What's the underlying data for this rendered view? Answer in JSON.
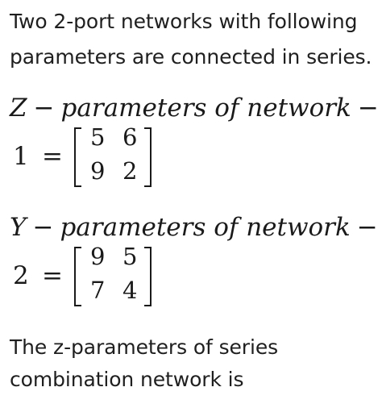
{
  "intro": {
    "line1": "Two 2-port networks with following",
    "line2": "parameters are connected in series."
  },
  "network1": {
    "heading_var": "Z",
    "heading_dash": "−",
    "heading_text": "parameters of network",
    "heading_trail": "−",
    "number": "1",
    "equals": "=",
    "matrix": [
      [
        "5",
        "6"
      ],
      [
        "9",
        "2"
      ]
    ]
  },
  "network2": {
    "heading_var": "Y",
    "heading_dash": "−",
    "heading_text": "parameters of network",
    "heading_trail": "−",
    "number": "2",
    "equals": "=",
    "matrix": [
      [
        "9",
        "5"
      ],
      [
        "7",
        "4"
      ]
    ]
  },
  "question": {
    "line1": "The z-parameters of series",
    "line2": "combination network is"
  }
}
